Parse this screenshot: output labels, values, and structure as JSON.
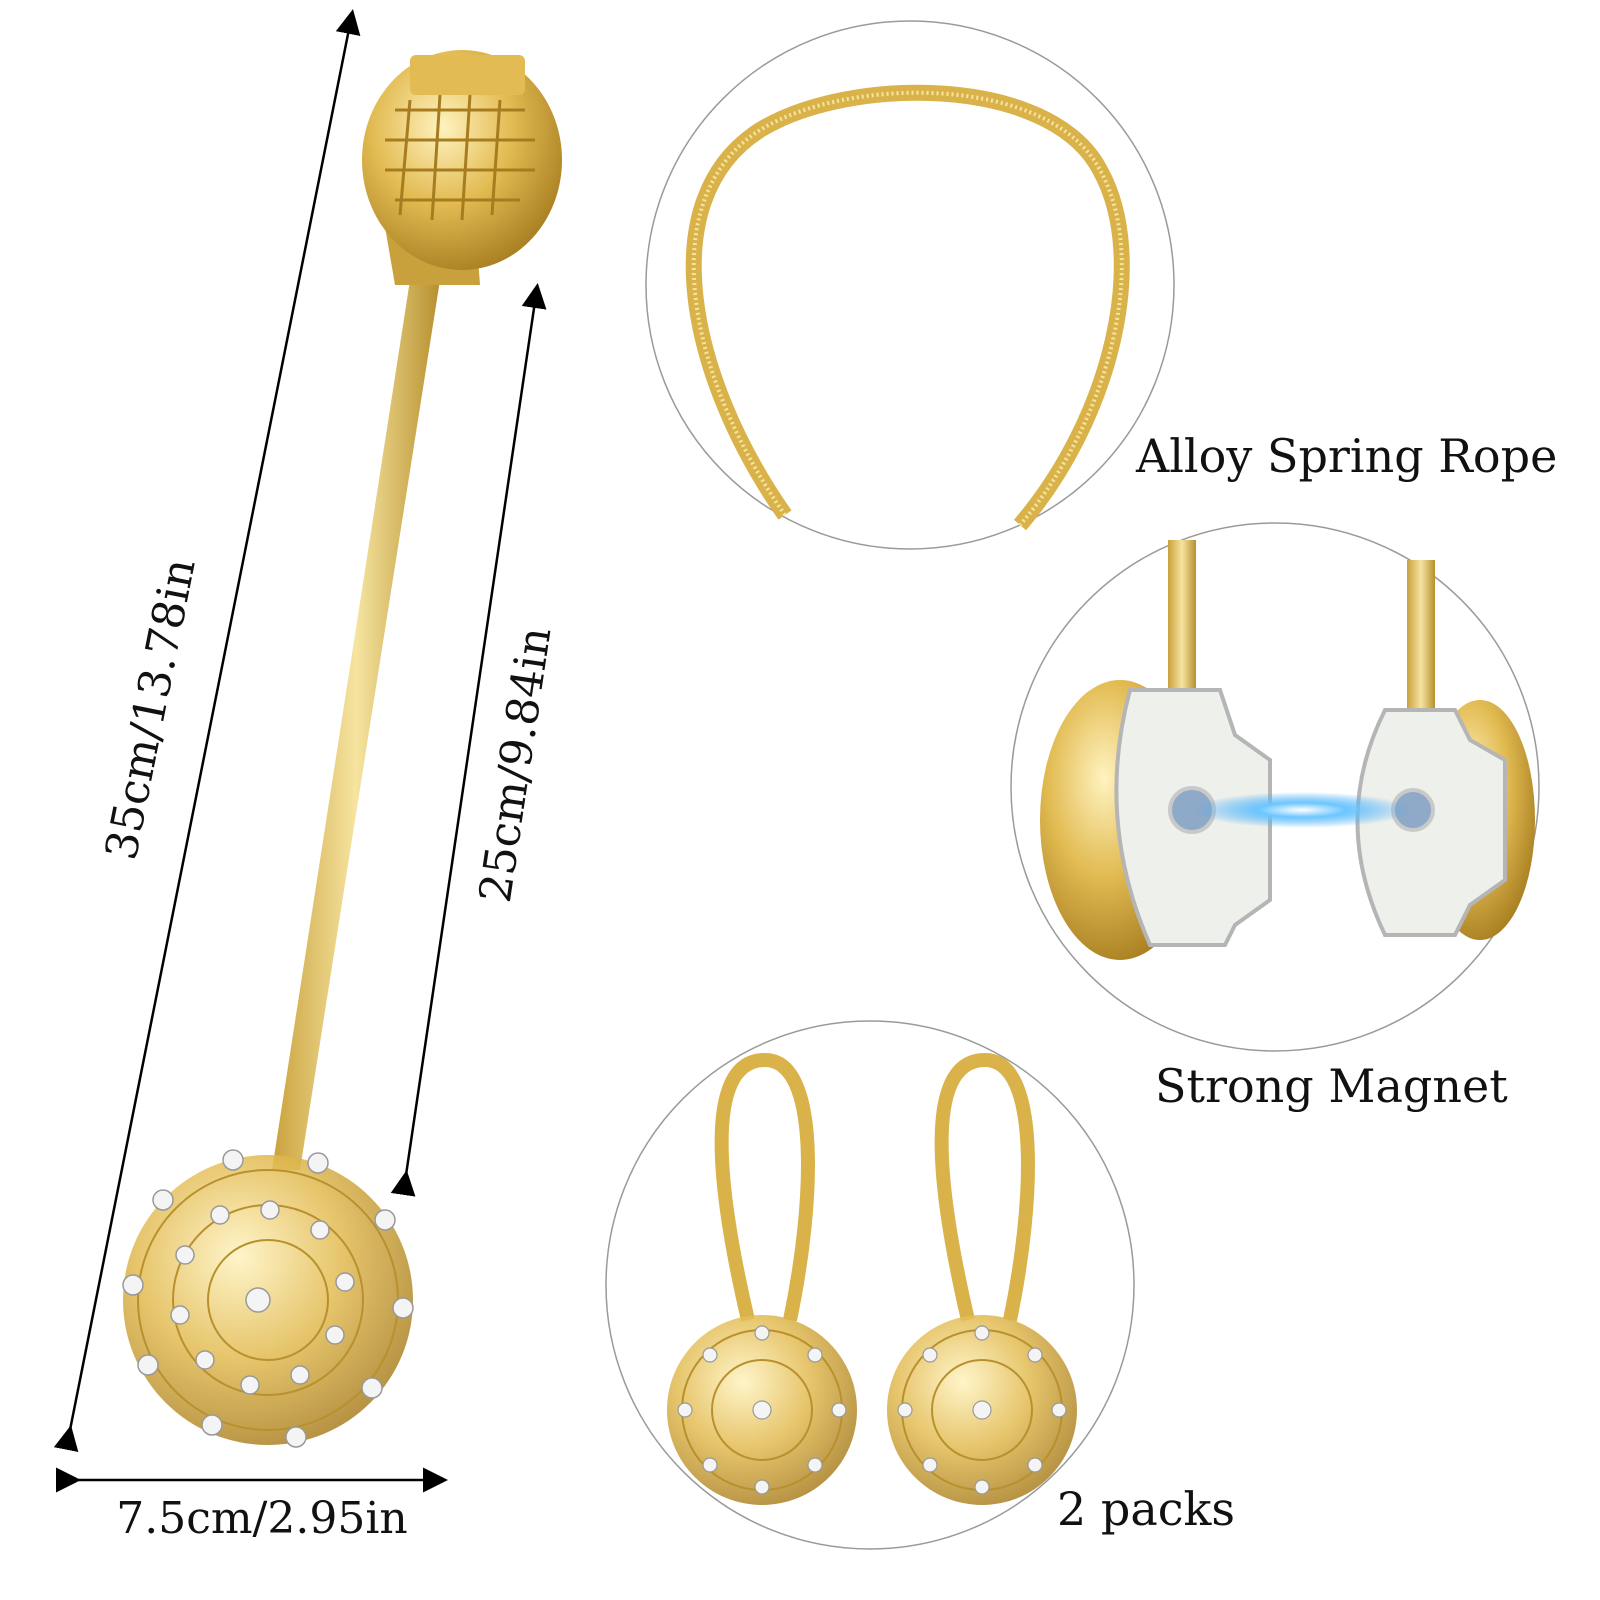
{
  "dimensions": {
    "total_length": "35cm/13.78in",
    "rope_length": "25cm/9.84in",
    "flower_width": "7.5cm/2.95in"
  },
  "features": {
    "rope": "Alloy Spring Rope",
    "magnet": "Strong Magnet",
    "pack": "2 packs"
  },
  "colors": {
    "gold": "#d9b24a",
    "gold_light": "#f3dc8c",
    "circle_border": "#9a9a9a",
    "magnet_glow": "#3fa9f5"
  }
}
